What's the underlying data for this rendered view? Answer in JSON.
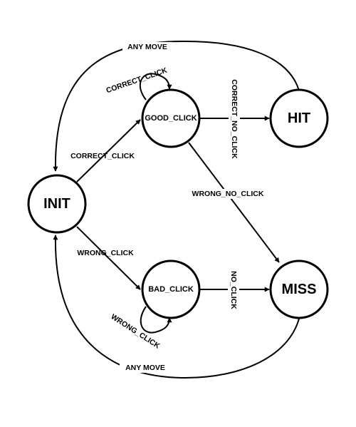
{
  "nodes": {
    "init": "INIT",
    "good_click": "GOOD_CLICK",
    "bad_click": "BAD_CLICK",
    "hit": "HIT",
    "miss": "MISS"
  },
  "edges": {
    "any_move_top": "ANY MOVE",
    "any_move_bottom": "ANY MOVE",
    "correct_click_init": "CORRECT_CLICK",
    "correct_click_loop": "CORRECT_CLICK",
    "wrong_click_init": "WRONG_CLICK",
    "wrong_click_loop": "WRONG_CLICK",
    "correct_no_click": "CORRECT_NO_CLICK",
    "wrong_no_click": "WRONG_NO_CLICK",
    "no_click": "NO_CLICK"
  },
  "colors": {
    "stroke": "#000000",
    "background": "#ffffff"
  }
}
